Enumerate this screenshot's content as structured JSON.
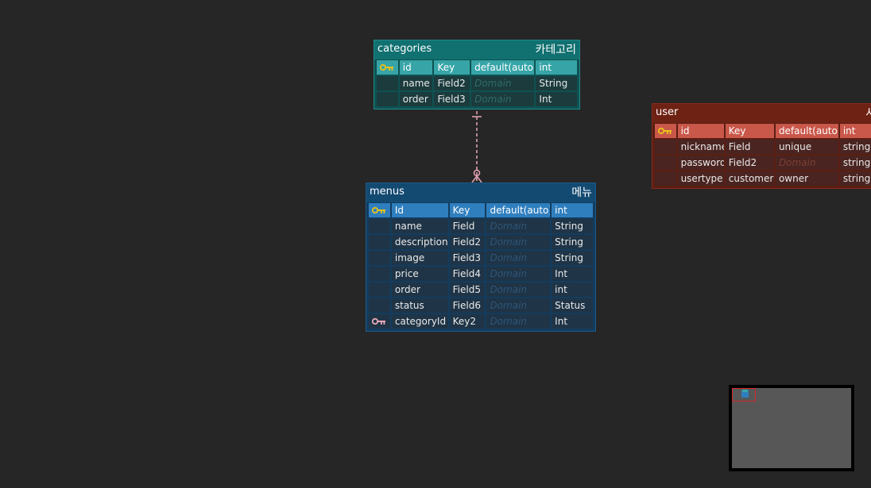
{
  "entities": {
    "categories": {
      "name": "categories",
      "label": "카테고리",
      "columns": [
        {
          "pk": true,
          "fk": false,
          "name": "id",
          "key": "Key",
          "domain": "default(auto)",
          "type": "int"
        },
        {
          "pk": false,
          "fk": false,
          "name": "name",
          "key": "Field2",
          "domain": "Domain",
          "type": "String"
        },
        {
          "pk": false,
          "fk": false,
          "name": "order",
          "key": "Field3",
          "domain": "Domain",
          "type": "Int"
        }
      ]
    },
    "menus": {
      "name": "menus",
      "label": "메뉴",
      "columns": [
        {
          "pk": true,
          "fk": false,
          "name": "Id",
          "key": "Key",
          "domain": "default(auto)",
          "type": "int"
        },
        {
          "pk": false,
          "fk": false,
          "name": "name",
          "key": "Field",
          "domain": "Domain",
          "type": "String"
        },
        {
          "pk": false,
          "fk": false,
          "name": "description",
          "key": "Field2",
          "domain": "Domain",
          "type": "String"
        },
        {
          "pk": false,
          "fk": false,
          "name": "image",
          "key": "Field3",
          "domain": "Domain",
          "type": "String"
        },
        {
          "pk": false,
          "fk": false,
          "name": "price",
          "key": "Field4",
          "domain": "Domain",
          "type": "Int"
        },
        {
          "pk": false,
          "fk": false,
          "name": "order",
          "key": "Field5",
          "domain": "Domain",
          "type": "int"
        },
        {
          "pk": false,
          "fk": false,
          "name": "status",
          "key": "Field6",
          "domain": "Domain",
          "type": "Status"
        },
        {
          "pk": false,
          "fk": true,
          "name": "categoryId",
          "key": "Key2",
          "domain": "Domain",
          "type": "Int"
        }
      ]
    },
    "user": {
      "name": "user",
      "label": "사용",
      "columns": [
        {
          "pk": true,
          "fk": false,
          "name": "id",
          "key": "Key",
          "domain": "default(auto)",
          "type": "int"
        },
        {
          "pk": false,
          "fk": false,
          "name": "nickname",
          "key": "Field",
          "domain": "unique",
          "type": "string"
        },
        {
          "pk": false,
          "fk": false,
          "name": "password",
          "key": "Field2",
          "domain": "Domain",
          "type": "string"
        },
        {
          "pk": false,
          "fk": false,
          "name": "usertype",
          "key": "customer",
          "domain": "owner",
          "type": "string"
        }
      ]
    }
  },
  "relation": {
    "from": "categories",
    "to": "menus",
    "kind": "one-to-zero-or-many"
  },
  "colors": {
    "pk_key": "#e8c21a",
    "fk_key": "#e7a7b7",
    "relation_line": "#e7a7b7",
    "canvas": "#262626"
  }
}
